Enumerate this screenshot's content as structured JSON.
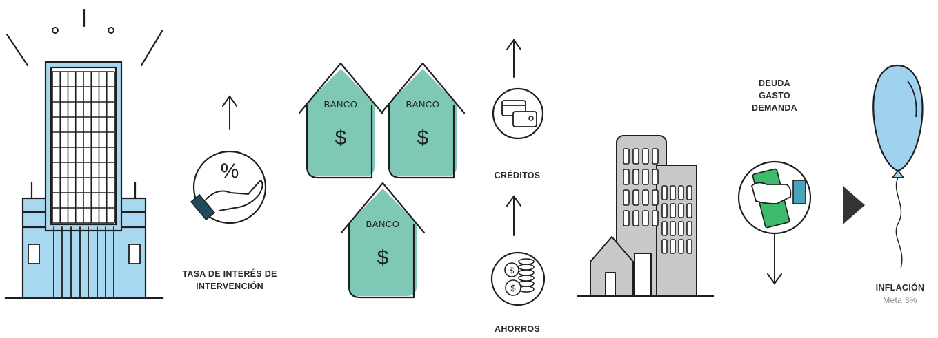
{
  "labels": {
    "tasa_line1": "TASA DE INTERÉS DE",
    "tasa_line2": "INTERVENCIÓN",
    "bank_name": "BANCO",
    "currency_symbol": "$",
    "percent_symbol": "%",
    "creditos": "CRÉDITOS",
    "ahorros": "AHORROS",
    "deuda": "DEUDA",
    "gasto": "GASTO",
    "demanda": "DEMANDA",
    "inflacion": "INFLACIÓN",
    "meta": "Meta 3%"
  },
  "colors": {
    "stroke": "#1f1f1f",
    "bank_fill": "#7ec8b5",
    "building_blue": "#a8d8f0",
    "balloon_blue": "#9fd2ef",
    "gray_building": "#c9c9c9",
    "money_green": "#3dba6a",
    "cuff_teal": "#4aa3b8",
    "hand_navy": "#1f4a5e"
  },
  "icons": [
    "central-bank-building-icon",
    "percent-hand-icon",
    "bank-house-icon",
    "credit-cards-icon",
    "coins-icon",
    "city-buildings-icon",
    "money-hand-icon",
    "play-triangle-icon",
    "balloon-icon"
  ]
}
